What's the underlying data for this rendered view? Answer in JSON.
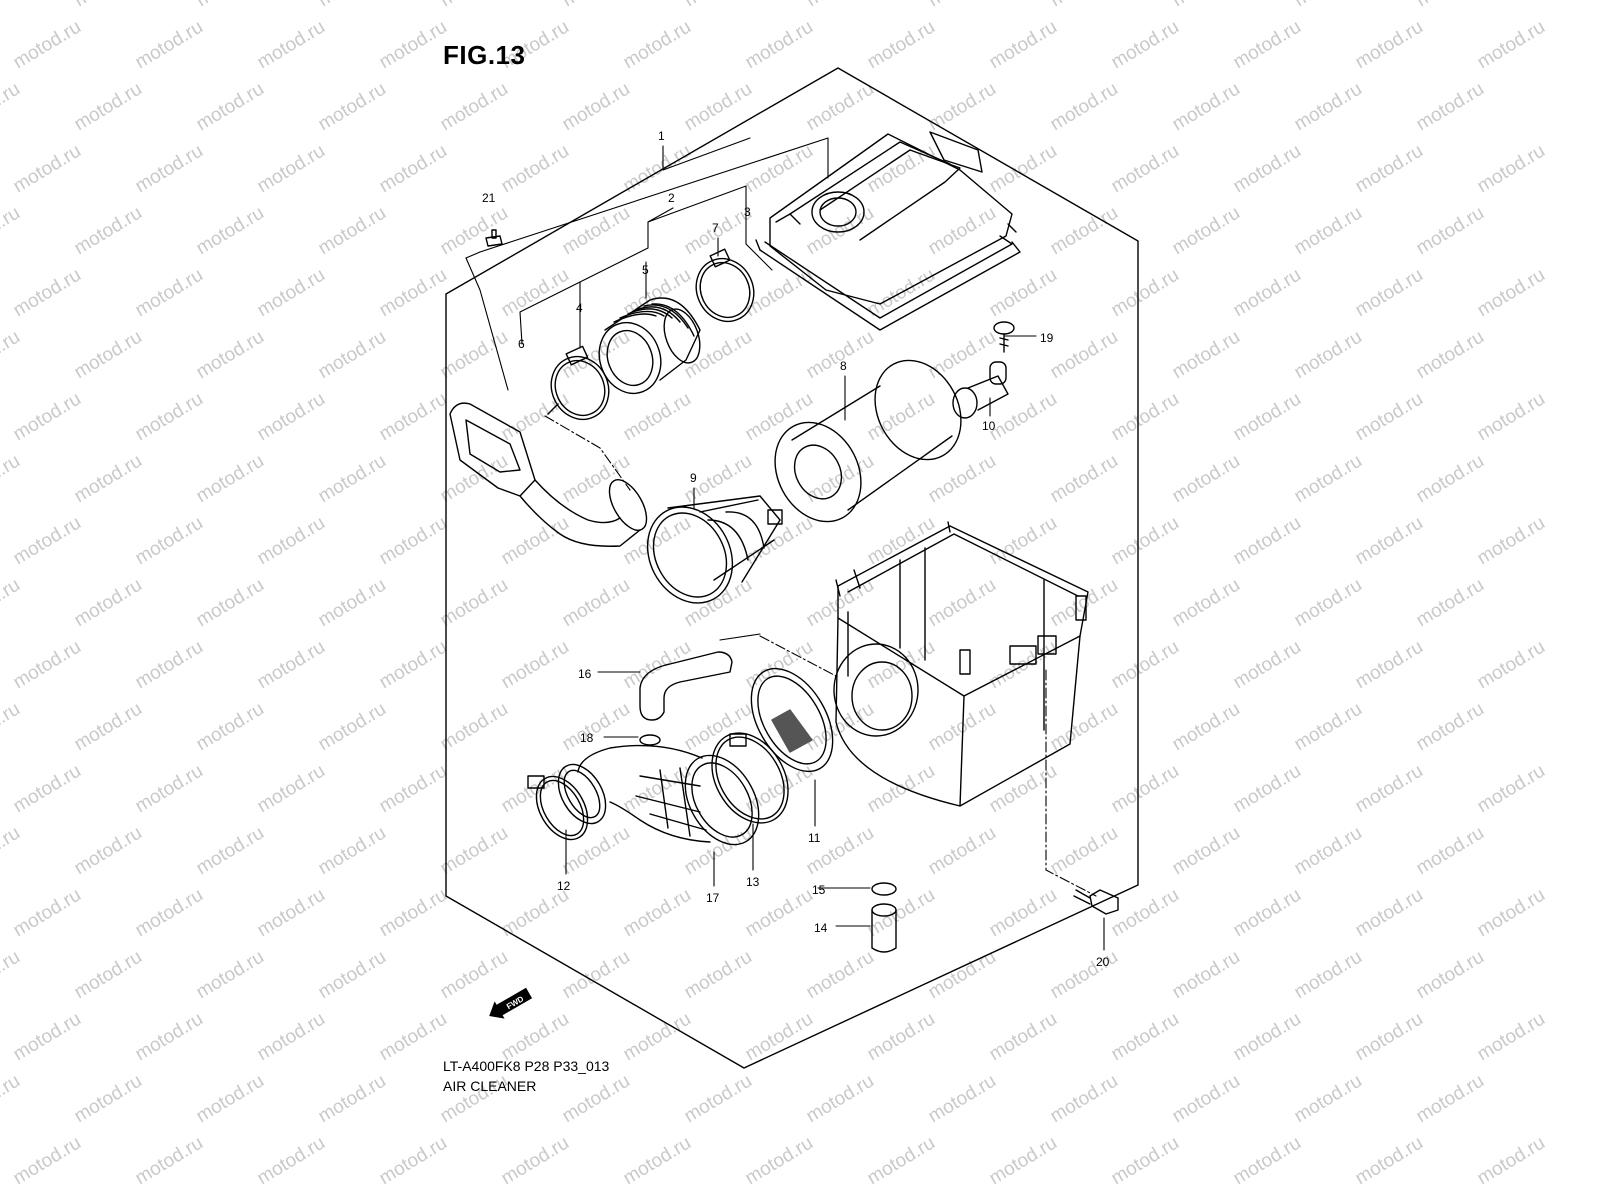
{
  "figure": {
    "title": "FIG.13",
    "model_code": "LT-A400FK8 P28 P33_013",
    "section_name": "AIR CLEANER",
    "watermark": "motod.ru",
    "fwd_label": "FWD"
  },
  "callouts": [
    {
      "id": "1",
      "text": "1"
    },
    {
      "id": "2",
      "text": "2"
    },
    {
      "id": "3",
      "text": "3"
    },
    {
      "id": "4",
      "text": "4"
    },
    {
      "id": "5",
      "text": "5"
    },
    {
      "id": "6",
      "text": "6"
    },
    {
      "id": "7",
      "text": "7"
    },
    {
      "id": "8",
      "text": "8"
    },
    {
      "id": "9",
      "text": "9"
    },
    {
      "id": "10",
      "text": "10"
    },
    {
      "id": "11",
      "text": "11"
    },
    {
      "id": "12",
      "text": "12"
    },
    {
      "id": "13",
      "text": "13"
    },
    {
      "id": "14",
      "text": "14"
    },
    {
      "id": "15",
      "text": "15"
    },
    {
      "id": "16",
      "text": "16"
    },
    {
      "id": "17",
      "text": "17"
    },
    {
      "id": "18",
      "text": "18"
    },
    {
      "id": "19",
      "text": "19"
    },
    {
      "id": "20",
      "text": "20"
    },
    {
      "id": "21",
      "text": "21"
    }
  ],
  "colors": {
    "line": "#000000",
    "watermark": "#c9c9c9",
    "background": "#ffffff"
  }
}
